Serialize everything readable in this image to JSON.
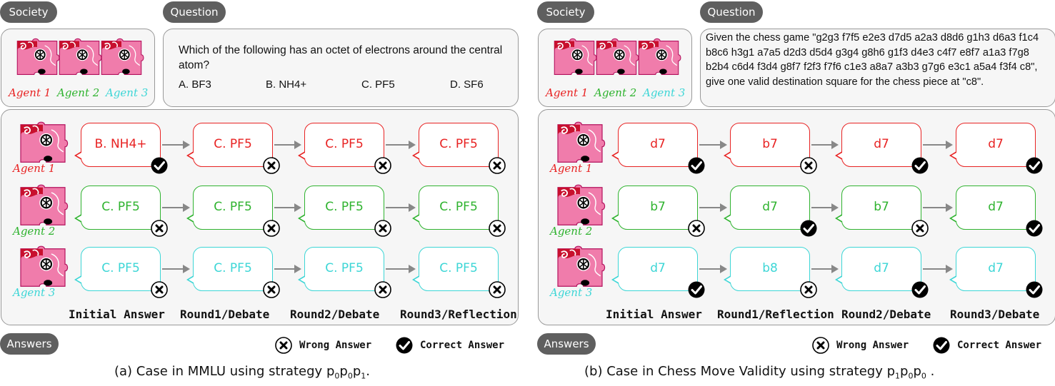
{
  "colors": {
    "agent1": "#e82323",
    "agent2": "#2fb32f",
    "agent3": "#3dd6d6",
    "tag_bg": "#5f5f5f",
    "box_border": "#999999",
    "arrow": "#888888"
  },
  "icons": {
    "agent": "puzzle-agent-icon",
    "wrong": "x-circle-icon",
    "correct": "check-circle-icon"
  },
  "panels": [
    {
      "labels": {
        "society": "Society",
        "question": "Question",
        "answers": "Answers"
      },
      "question": {
        "text": "Which of the following has an octet of electrons around the central atom?",
        "options": [
          "A. BF3",
          "B. NH4+",
          "C. PF5",
          "D. SF6"
        ]
      },
      "agents": [
        "Agent 1",
        "Agent 2",
        "Agent 3"
      ],
      "rows": [
        {
          "answers": [
            "B. NH4+",
            "C. PF5",
            "C. PF5",
            "C. PF5"
          ],
          "correct": [
            true,
            false,
            false,
            false
          ]
        },
        {
          "answers": [
            "C. PF5",
            "C. PF5",
            "C. PF5",
            "C. PF5"
          ],
          "correct": [
            false,
            false,
            false,
            false
          ]
        },
        {
          "answers": [
            "C. PF5",
            "C. PF5",
            "C. PF5",
            "C. PF5"
          ],
          "correct": [
            false,
            false,
            false,
            false
          ]
        }
      ],
      "stages": [
        "Initial Answer",
        "Round1/Debate",
        "Round2/Debate",
        "Round3/Reflection"
      ],
      "legend": {
        "wrong": "Wrong Answer",
        "correct": "Correct Answer"
      },
      "caption": {
        "prefix": "(a) Case in MMLU using strategy ",
        "strategy": [
          "0",
          "0",
          "1"
        ],
        "suffix": "."
      }
    },
    {
      "labels": {
        "society": "Society",
        "question": "Question",
        "answers": "Answers"
      },
      "question": {
        "text": "Given the chess game \"g2g3 f7f5 e2e3 d7d5 a2a3 d8d6 g1h3 d6a3 f1c4 b8c6 h3g1 a7a5 d2d3 d5d4 g3g4 g8h6 g1f3 d4e3 c4f7 e8f7 a1a3 f7g8 b2b4 c6d4 f3d4 g8f7 f2f3 f7f6 c1e3 a8a7 a3b3 g7g6 e3c1 a5a4 f3f4 c8\", give one valid destination square for the chess piece at \"c8\".",
        "options": []
      },
      "agents": [
        "Agent 1",
        "Agent 2",
        "Agent 3"
      ],
      "rows": [
        {
          "answers": [
            "d7",
            "b7",
            "d7",
            "d7"
          ],
          "correct": [
            true,
            false,
            true,
            true
          ]
        },
        {
          "answers": [
            "b7",
            "d7",
            "b7",
            "d7"
          ],
          "correct": [
            false,
            true,
            false,
            true
          ]
        },
        {
          "answers": [
            "d7",
            "b8",
            "d7",
            "d7"
          ],
          "correct": [
            true,
            false,
            true,
            true
          ]
        }
      ],
      "stages": [
        "Initial Answer",
        "Round1/Reflection",
        "Round2/Debate",
        "Round3/Debate"
      ],
      "legend": {
        "wrong": "Wrong Answer",
        "correct": "Correct Answer"
      },
      "caption": {
        "prefix": "(b) Case in Chess Move Validity using strategy ",
        "strategy": [
          "1",
          "0",
          "0"
        ],
        "suffix": " ."
      }
    }
  ]
}
